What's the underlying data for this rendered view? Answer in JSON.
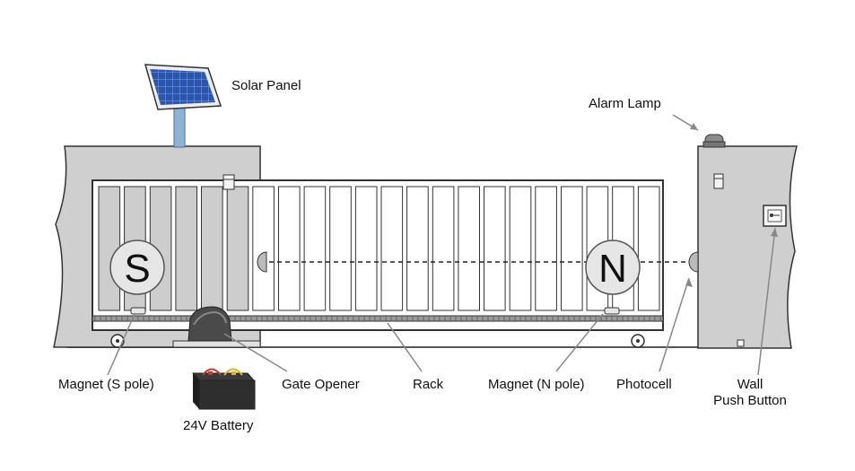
{
  "labels": {
    "solar_panel": "Solar Panel",
    "alarm_lamp": "Alarm Lamp",
    "magnet_s": "Magnet (S pole)",
    "gate_opener": "Gate Opener",
    "rack": "Rack",
    "magnet_n": "Magnet (N pole)",
    "photocell": "Photocell",
    "wall_push_button_line1": "Wall",
    "wall_push_button_line2": "Push Button",
    "battery": "24V Battery"
  },
  "markers": {
    "south": "S",
    "north": "N"
  },
  "colors": {
    "wall_fill": "#cfcfcf",
    "outline": "#333333",
    "gate_bar": "#d9d9d9",
    "solar_blue": "#2b56b0",
    "battery_red": "#c0392b",
    "battery_yellow": "#e1b12c"
  },
  "icons": {
    "solar_panel": "solar-panel-icon",
    "alarm_lamp": "alarm-lamp-icon",
    "gate_opener": "gate-opener-icon",
    "battery": "battery-icon",
    "push_button": "push-button-icon"
  }
}
